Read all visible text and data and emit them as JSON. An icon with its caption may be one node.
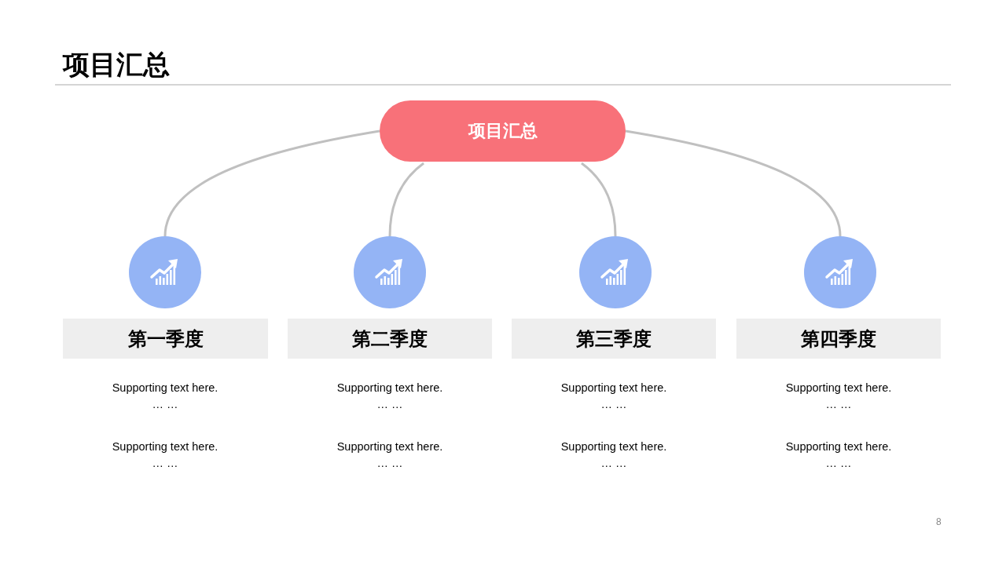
{
  "diagram": {
    "title": "项目汇总",
    "nodes": [
      {
        "text": [
          "项目汇总"
        ]
      },
      {
        "text": [],
        "shape": "circle"
      },
      {
        "text": [],
        "shape": "circle"
      },
      {
        "text": [],
        "shape": "circle"
      },
      {
        "text": [],
        "shape": "circle"
      },
      {
        "text": [
          "第一季度"
        ]
      },
      {
        "text": [
          "第二季度"
        ]
      },
      {
        "text": [
          "第三季度"
        ]
      },
      {
        "text": [
          "第四季度"
        ]
      }
    ],
    "edges": [
      {
        "from": 0,
        "to": 1,
        "arrow": "none"
      },
      {
        "from": 0,
        "to": 2,
        "arrow": "none"
      },
      {
        "from": 0,
        "to": 3,
        "arrow": "none"
      },
      {
        "from": 0,
        "to": 4,
        "arrow": "none"
      }
    ],
    "labels": [
      "Supporting text here. … …",
      "Supporting text here. … …",
      "Supporting text here. … …",
      "Supporting text here. … …",
      "Supporting text here. … …",
      "Supporting text here. … …",
      "Supporting text here. … …",
      "Supporting text here. … …",
      "8"
    ]
  }
}
